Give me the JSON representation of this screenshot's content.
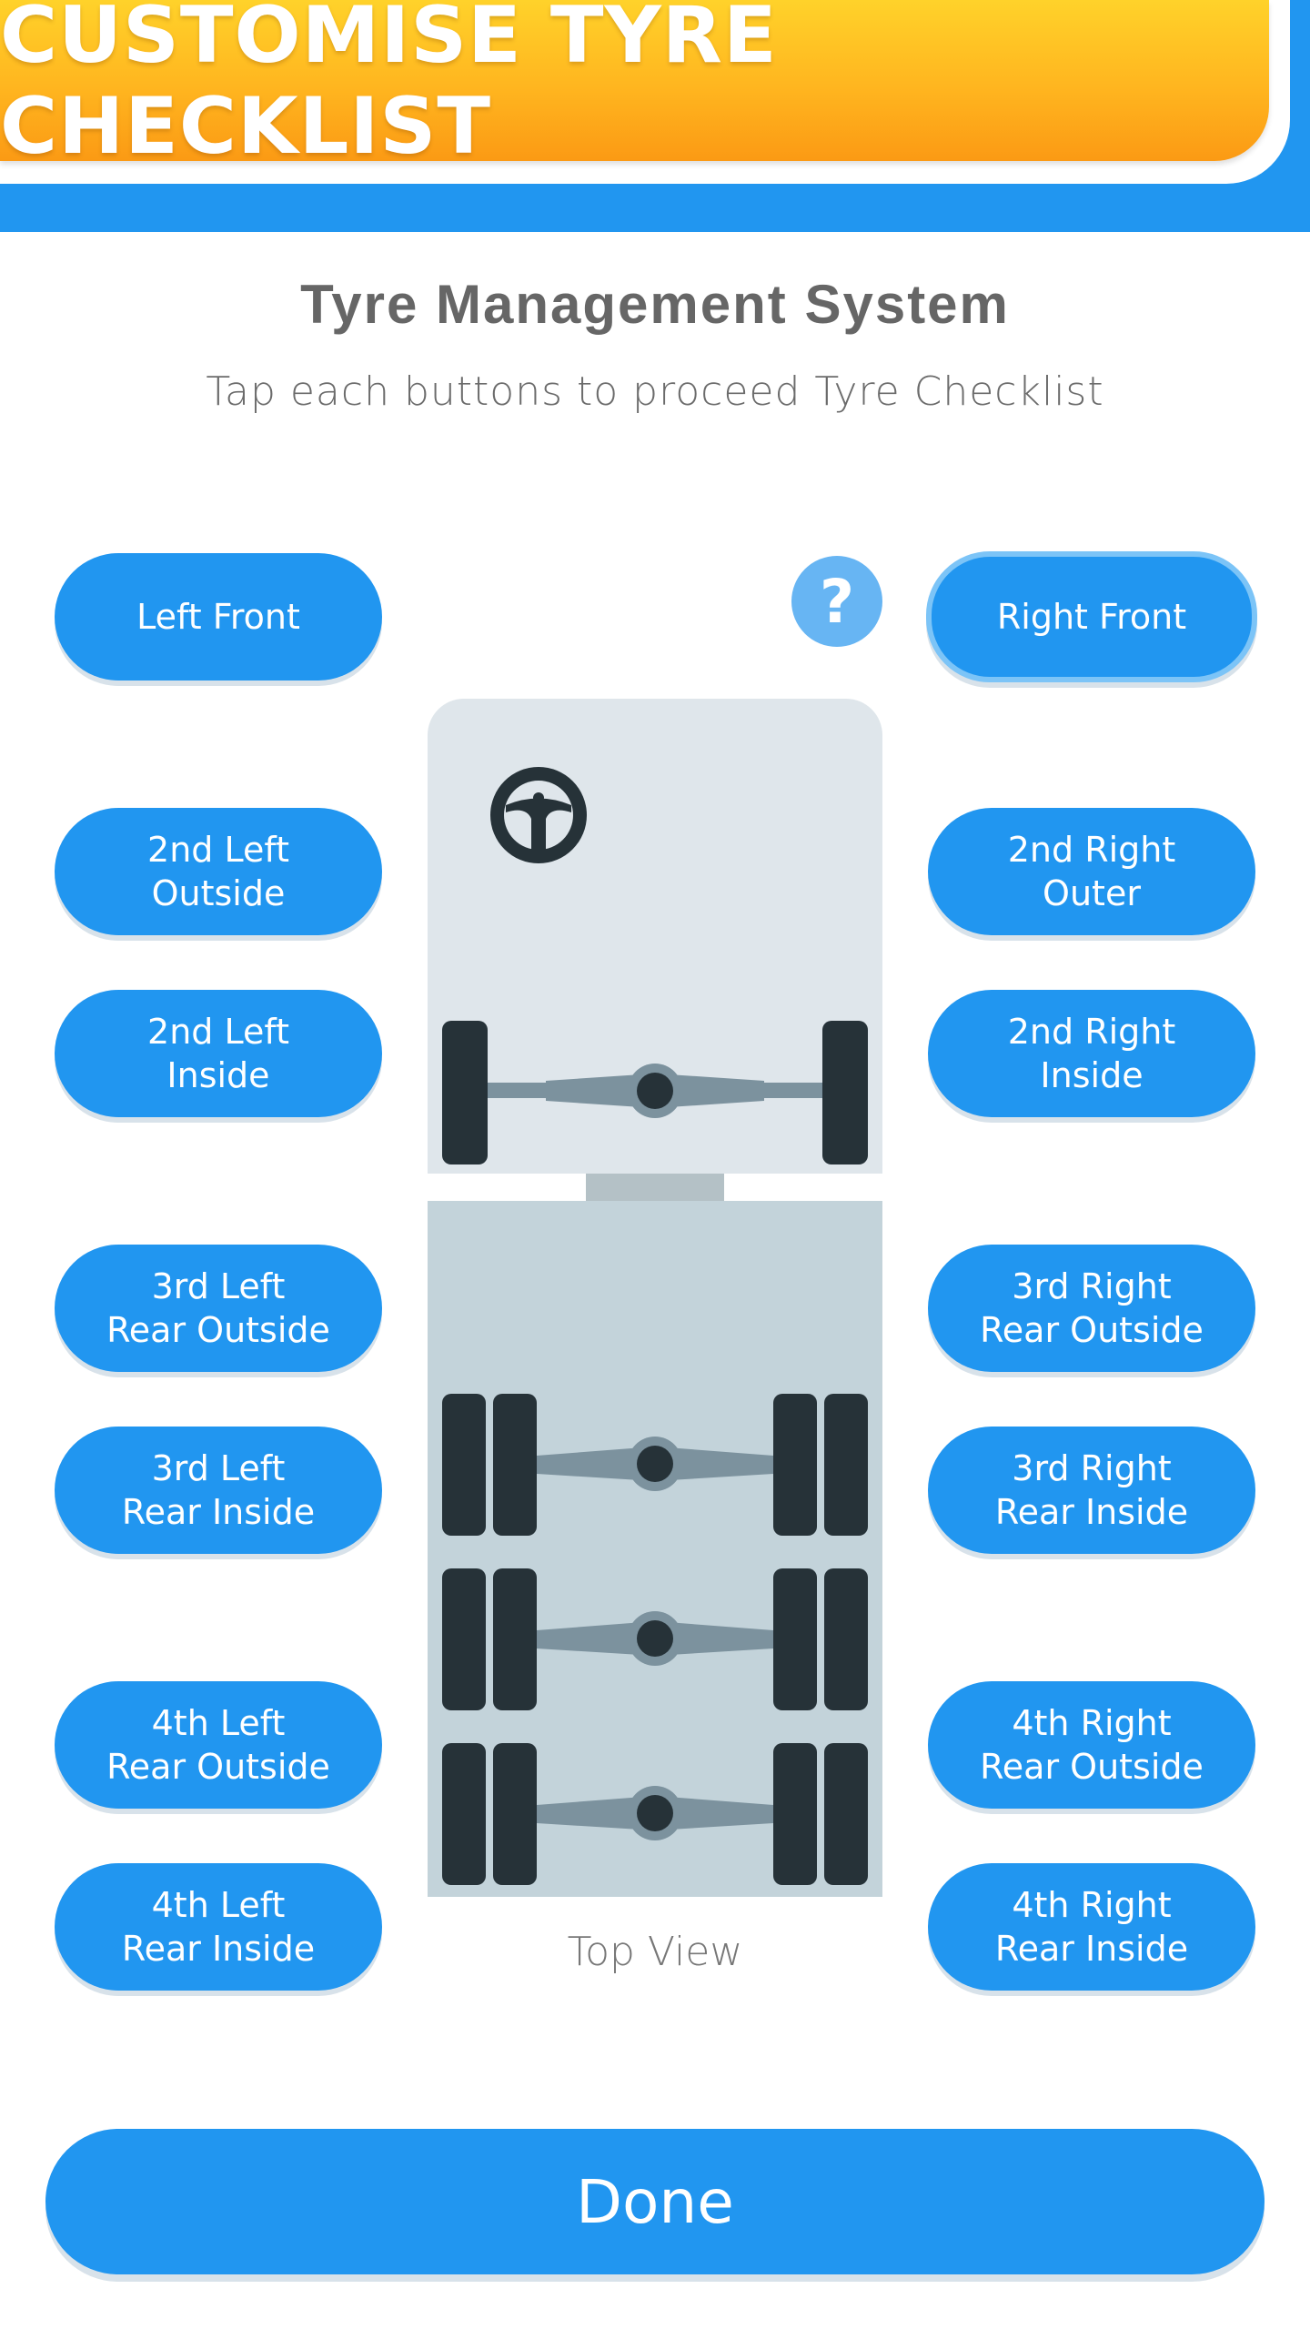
{
  "header": {
    "title": "CUSTOMISE TYRE CHECKLIST"
  },
  "main": {
    "title": "Tyre Management System",
    "subtitle": "Tap each buttons to proceed Tyre Checklist",
    "help_label": "?",
    "diagram_caption": "Top View",
    "done_label": "Done"
  },
  "buttons": {
    "left_front": "Left Front",
    "right_front": "Right Front",
    "left_2_outside": "2nd Left\nOutside",
    "right_2_outer": "2nd Right\nOuter",
    "left_2_inside": "2nd Left\nInside",
    "right_2_inside": "2nd Right\nInside",
    "left_3_rear_outside": "3rd Left\nRear Outside",
    "right_3_rear_outside": "3rd Right\nRear Outside",
    "left_3_rear_inside": "3rd Left\nRear Inside",
    "right_3_rear_inside": "3rd Right\nRear Inside",
    "left_4_rear_outside": "4th Left\nRear Outside",
    "right_4_rear_outside": "4th Right\nRear Outside",
    "left_4_rear_inside": "4th Left\nRear Inside",
    "right_4_rear_inside": "4th Right\nRear Inside"
  },
  "colors": {
    "accent": "#2196f0",
    "header_yellow": "#ffc020",
    "selected_outline": "#7cc4f7"
  },
  "icons": {
    "help": "question-mark-icon",
    "steering": "steering-wheel-icon"
  }
}
